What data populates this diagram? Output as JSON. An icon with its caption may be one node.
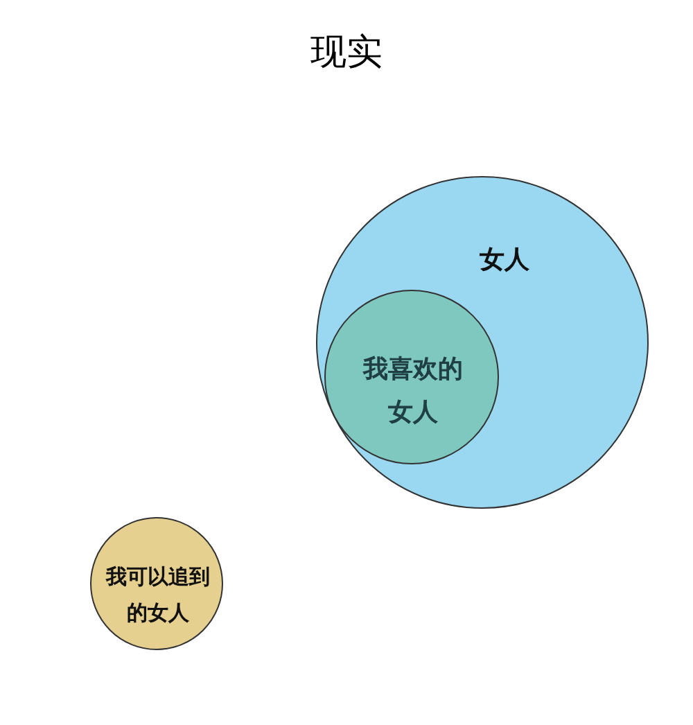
{
  "diagram": {
    "title": "现实",
    "nodes": [
      {
        "text": [
          "女人"
        ]
      },
      {
        "text": [
          "我喜欢的女人"
        ],
        "in": 0
      },
      {
        "text": [
          "我可以追到的女人"
        ]
      }
    ],
    "edges": []
  }
}
